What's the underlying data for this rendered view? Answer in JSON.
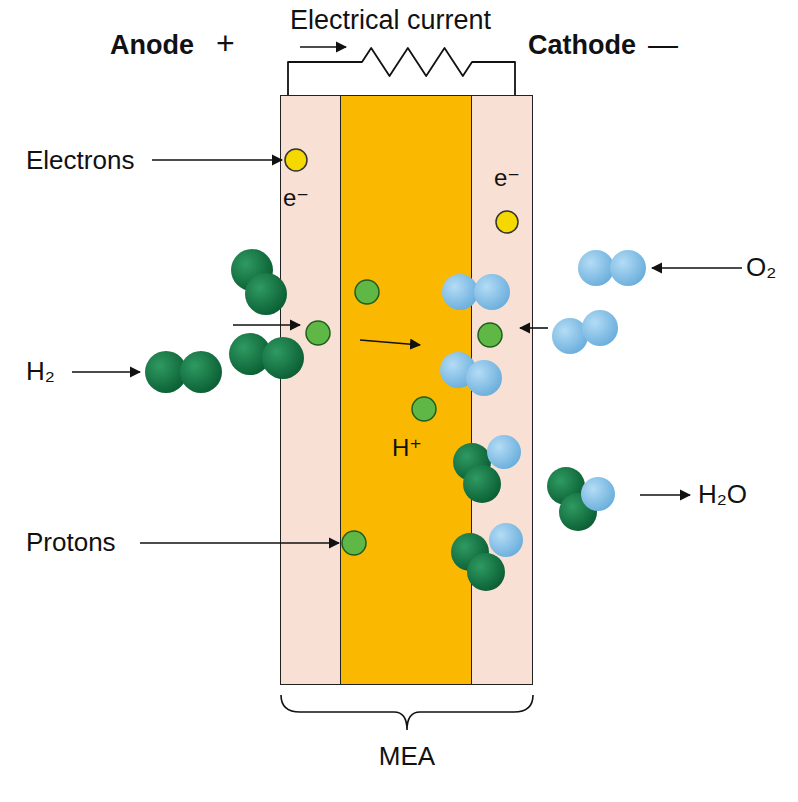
{
  "diagram": {
    "nodes": [
      {
        "text": [
          "e⁻"
        ]
      },
      {
        "text": [
          "H⁺"
        ]
      },
      {
        "text": [
          "e⁻"
        ]
      }
    ],
    "edges": [
      {
        "from": 0,
        "to": 2,
        "arrow": "none"
      }
    ],
    "labels": [
      "Electrical current",
      "Anode",
      "+",
      "Cathode",
      "—",
      "Electrons",
      "H₂",
      "O₂",
      "Protons",
      "H₂O",
      "MEA"
    ]
  }
}
